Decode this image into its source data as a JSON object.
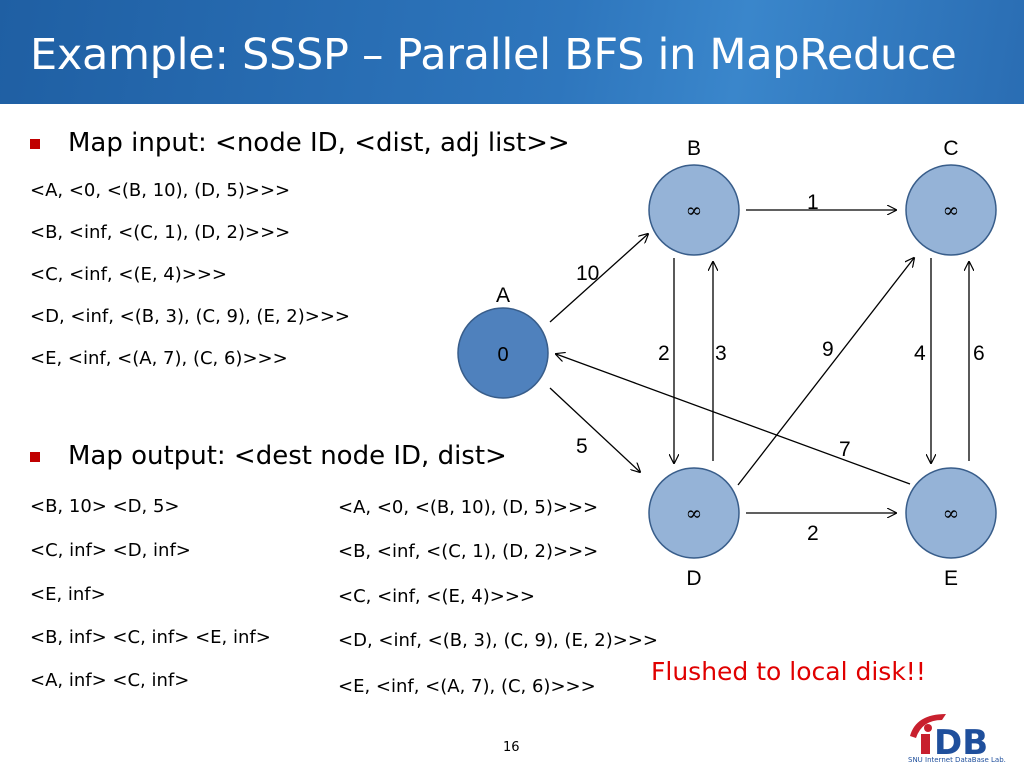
{
  "title": "Example: SSSP – Parallel BFS in MapReduce",
  "map_input": {
    "heading": "Map input: <node ID, <dist, adj list>>",
    "lines": [
      "<A, <0, <(B, 10), (D, 5)>>>",
      "<B, <inf, <(C, 1), (D, 2)>>>",
      "<C, <inf, <(E, 4)>>>",
      "<D, <inf, <(B, 3), (C, 9), (E, 2)>>>",
      "<E, <inf, <(A, 7), (C, 6)>>>"
    ]
  },
  "map_output": {
    "heading": "Map output: <dest node ID, dist>",
    "left_lines": [
      "<B, 10>  <D, 5>",
      "<C, inf> <D, inf>",
      "<E, inf>",
      "<B, inf> <C, inf> <E, inf>",
      "<A, inf> <C, inf>"
    ],
    "right_lines": [
      "<A, <0, <(B, 10), (D, 5)>>>",
      "<B, <inf, <(C, 1), (D, 2)>>>",
      "<C, <inf, <(E, 4)>>>",
      "<D, <inf, <(B, 3), (C, 9), (E, 2)>>>",
      "<E, <inf, <(A, 7), (C, 6)>>>"
    ]
  },
  "flushed_note": "Flushed to local disk!!",
  "page_number": "16",
  "graph": {
    "nodes": {
      "A": {
        "label": "A",
        "value": "0"
      },
      "B": {
        "label": "B",
        "value": "∞"
      },
      "C": {
        "label": "C",
        "value": "∞"
      },
      "D": {
        "label": "D",
        "value": "∞"
      },
      "E": {
        "label": "E",
        "value": "∞"
      }
    },
    "edges": [
      {
        "from": "A",
        "to": "B",
        "weight": "10"
      },
      {
        "from": "A",
        "to": "D",
        "weight": "5"
      },
      {
        "from": "B",
        "to": "C",
        "weight": "1"
      },
      {
        "from": "B",
        "to": "D",
        "weight": "2"
      },
      {
        "from": "D",
        "to": "B",
        "weight": "3"
      },
      {
        "from": "D",
        "to": "C",
        "weight": "9"
      },
      {
        "from": "C",
        "to": "E",
        "weight": "4"
      },
      {
        "from": "E",
        "to": "C",
        "weight": "6"
      },
      {
        "from": "D",
        "to": "E",
        "weight": "2"
      },
      {
        "from": "E",
        "to": "A",
        "weight": "7"
      }
    ]
  },
  "logo": {
    "text": "DB",
    "caption": "SNU Internet DataBase Lab."
  },
  "colors": {
    "title_bar": "#2a6db3",
    "bullet": "#c00000",
    "node_fill": "#95b3d7",
    "source_node_fill": "#4f81bd",
    "node_stroke": "#385d8a",
    "flushed_text": "#e00000"
  }
}
